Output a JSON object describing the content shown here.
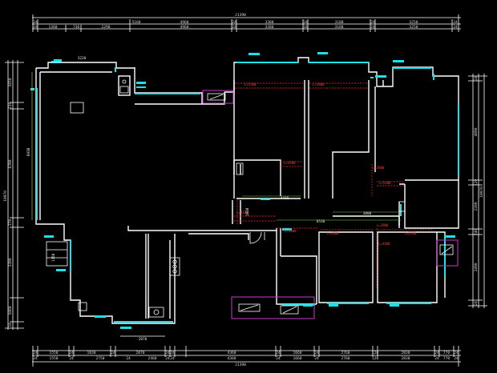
{
  "top_dims": {
    "total": "21390",
    "row1": [
      "24",
      "5160",
      "4960",
      "24",
      "3380",
      "24",
      "3180",
      "24",
      "3250",
      "24"
    ],
    "row2": [
      "24",
      "1360",
      "730",
      "2290",
      "4960",
      "24",
      "3380",
      "24",
      "3180",
      "24",
      "3250",
      "24"
    ]
  },
  "bottom_dims": {
    "row1": [
      "24",
      "1550",
      "24",
      "1830",
      "24",
      "2070",
      "24",
      "24",
      "4360",
      "24",
      "1660",
      "24",
      "2760",
      "120",
      "2830",
      "24",
      "770",
      "24"
    ],
    "row2": [
      "24",
      "1550",
      "24",
      "2750",
      "24",
      "2460",
      "24",
      "24",
      "4360",
      "24",
      "1660",
      "24",
      "2760",
      "120",
      "2830",
      "24",
      "770",
      "24"
    ],
    "total": "21390"
  },
  "left_dims": [
    "1650",
    "220",
    "6390",
    "370",
    "3390",
    "1060",
    "24"
  ],
  "left_total": "10970",
  "right_dims": [
    "24",
    "4890",
    "120",
    "2200",
    "240",
    "3490",
    "24"
  ],
  "right_total": "10970",
  "interior_dims": {
    "top_room": "3220",
    "living_height": "6930",
    "balcony": "2070",
    "stair": "1350",
    "corr_a": "4430",
    "corr_b": "3800",
    "corr_c": "6530",
    "bath": "1820"
  },
  "red_labels": [
    "L=5300",
    "L=3900",
    "L=4300",
    "L=3800",
    "L=5300",
    "L=4100",
    "L=3800",
    "L=4300",
    "L=2700",
    "L=4100",
    "L=3900"
  ]
}
